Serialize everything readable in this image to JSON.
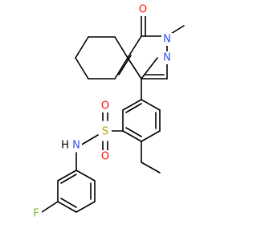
{
  "molecule": {
    "atoms": {
      "O1": {
        "label": "O",
        "color": "#ff0d0d"
      },
      "N2": {
        "label": "N",
        "color": "#3050f8"
      },
      "N3": {
        "label": "N",
        "color": "#3050f8"
      },
      "S": {
        "label": "S",
        "color": "#b8a400"
      },
      "O2": {
        "label": "O",
        "color": "#ff0d0d"
      },
      "O3": {
        "label": "O",
        "color": "#ff0d0d"
      },
      "NH": {
        "label": "H",
        "color": "#000000"
      },
      "NN": {
        "label": "N",
        "color": "#3050f8"
      },
      "F": {
        "label": "F",
        "color": "#6fbf2a"
      }
    }
  }
}
